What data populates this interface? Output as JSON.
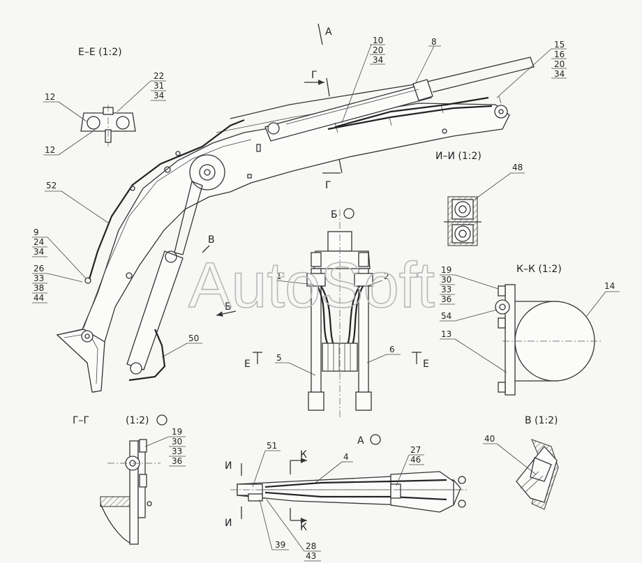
{
  "watermark": "AutoSoft",
  "views": {
    "ee": "Е–Е (1:2)",
    "ii": "И–И (1:2)",
    "kk": "К–К (1:2)",
    "gg": "Г–Г",
    "gg_scale": "(1:2)",
    "v": "В (1:2)",
    "b": "Б",
    "a": "А"
  },
  "markers": {
    "a_arrow": "А",
    "g_top": "Г",
    "g_bottom": "Г",
    "v_arrow": "В",
    "b_arrow": "Б",
    "e_left": "Е",
    "e_right": "Е",
    "i_top": "И",
    "i_bottom": "И",
    "k_top": "К",
    "k_bottom": "К"
  },
  "callouts": {
    "c_10_20_34": [
      "10",
      "20",
      "34"
    ],
    "c_8": [
      "8"
    ],
    "c_15": [
      "15",
      "16",
      "20",
      "34"
    ],
    "c_22": [
      "22",
      "31",
      "34"
    ],
    "c_12a": [
      "12"
    ],
    "c_12b": [
      "12"
    ],
    "c_52": [
      "52"
    ],
    "c_9": [
      "9",
      "24",
      "34"
    ],
    "c_26": [
      "26",
      "33",
      "38",
      "44"
    ],
    "c_50": [
      "50"
    ],
    "c_48": [
      "48"
    ],
    "c_1": [
      "1"
    ],
    "c_2": [
      "2"
    ],
    "c_5": [
      "5"
    ],
    "c_6": [
      "6"
    ],
    "c_19k": [
      "19",
      "30",
      "33",
      "36"
    ],
    "c_54": [
      "54"
    ],
    "c_13": [
      "13"
    ],
    "c_14": [
      "14"
    ],
    "c_19g": [
      "19",
      "30",
      "33",
      "36"
    ],
    "c_40": [
      "40"
    ],
    "c_51": [
      "51"
    ],
    "c_4": [
      "4"
    ],
    "c_27": [
      "27",
      "46"
    ],
    "c_39": [
      "39"
    ],
    "c_28": [
      "28",
      "43"
    ]
  }
}
